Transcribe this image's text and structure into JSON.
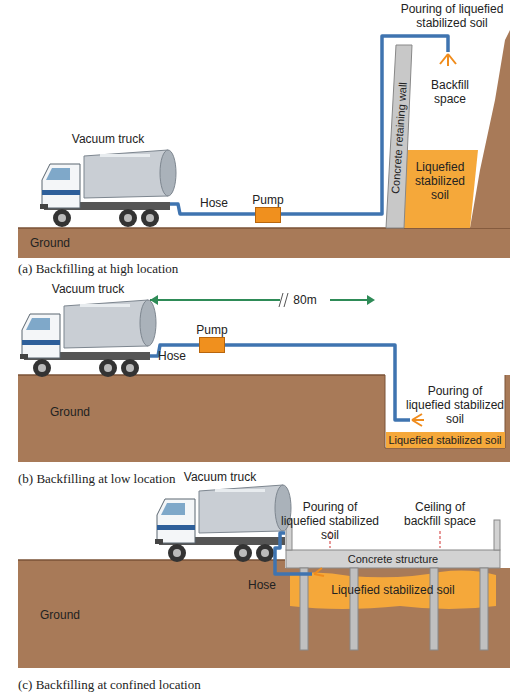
{
  "diagram": {
    "nodes": [
      {
        "text": [
          "Pump"
        ]
      },
      {
        "text": [
          "Pump"
        ]
      }
    ],
    "labels": [
      "Pouring of liquefied stabilized soil",
      "Concrete retaining wall",
      "Backfill space",
      "Vacuum truck",
      "Hose",
      "Liquefied stabilized soil",
      "Ground",
      "(a) Backfilling at high location",
      "Vacuum truck",
      "80m",
      "Pouring of liquefied stabilized soil",
      "Ground",
      "Hose",
      "Liquefied stabilized soil",
      "(b) Backfilling at low location",
      "Vacuum truck",
      "Hose",
      "Pouring of liquefied stabilized soil",
      "Ceiling of backfill space",
      "Concrete structure",
      "Liquefied stabilized soil",
      "Ground",
      "(c) Backfilling at confined location"
    ]
  }
}
